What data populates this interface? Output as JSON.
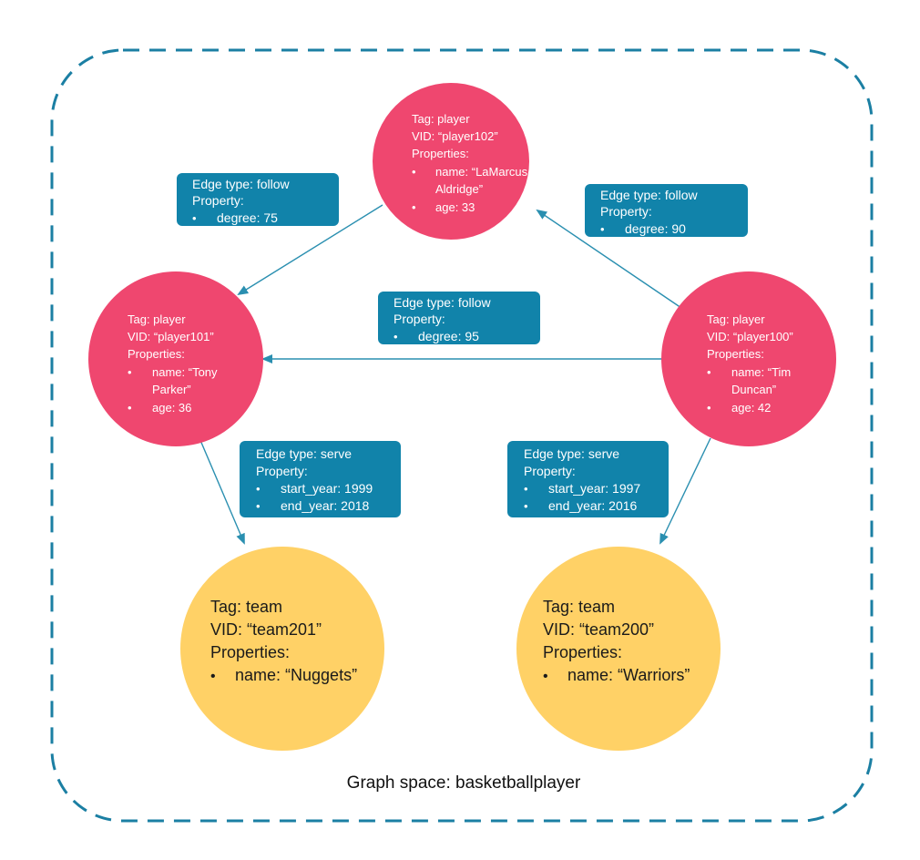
{
  "caption": "Graph space: basketballplayer",
  "colors": {
    "player": "#ef476f",
    "team": "#ffd166",
    "edge_label": "#1183aa",
    "border": "#1b7fa3",
    "edge_line": "#2a8fb0"
  },
  "players": [
    {
      "id": "p102",
      "tag": "Tag: player",
      "vid": "VID: “player102”",
      "props_title": "Properties:",
      "items": [
        {
          "bullet": "•",
          "lines": [
            "name: “LaMarcus",
            "Aldridge”"
          ]
        },
        {
          "bullet": "•",
          "lines": [
            "age: 33"
          ]
        }
      ]
    },
    {
      "id": "p101",
      "tag": "Tag: player",
      "vid": "VID: “player101”",
      "props_title": "Properties:",
      "items": [
        {
          "bullet": "•",
          "lines": [
            "name: “Tony",
            "Parker”"
          ]
        },
        {
          "bullet": "•",
          "lines": [
            "age: 36"
          ]
        }
      ]
    },
    {
      "id": "p100",
      "tag": "Tag: player",
      "vid": "VID: “player100”",
      "props_title": "Properties:",
      "items": [
        {
          "bullet": "•",
          "lines": [
            "name: “Tim",
            "Duncan”"
          ]
        },
        {
          "bullet": "•",
          "lines": [
            "age: 42"
          ]
        }
      ]
    }
  ],
  "teams": [
    {
      "id": "t201",
      "tag": "Tag: team",
      "vid": "VID: “team201”",
      "props_title": "Properties:",
      "items": [
        {
          "bullet": "•",
          "lines": [
            "name: “Nuggets”"
          ]
        }
      ]
    },
    {
      "id": "t200",
      "tag": "Tag: team",
      "vid": "VID: “team200”",
      "props_title": "Properties:",
      "items": [
        {
          "bullet": "•",
          "lines": [
            "name: “Warriors”"
          ]
        }
      ]
    }
  ],
  "edges": [
    {
      "id": "e102-101",
      "type_label": "Edge type: follow",
      "prop_label": "Property:",
      "items": [
        {
          "bullet": "•",
          "text": "degree: 75"
        }
      ]
    },
    {
      "id": "e100-102",
      "type_label": "Edge type: follow",
      "prop_label": "Property:",
      "items": [
        {
          "bullet": "•",
          "text": "degree: 90"
        }
      ]
    },
    {
      "id": "e100-101",
      "type_label": "Edge type: follow",
      "prop_label": "Property:",
      "items": [
        {
          "bullet": "•",
          "text": "degree: 95"
        }
      ]
    },
    {
      "id": "e101-201",
      "type_label": "Edge type: serve",
      "prop_label": "Property:",
      "items": [
        {
          "bullet": "•",
          "text": "start_year: 1999"
        },
        {
          "bullet": "•",
          "text": "end_year: 2018"
        }
      ]
    },
    {
      "id": "e100-200",
      "type_label": "Edge type: serve",
      "prop_label": "Property:",
      "items": [
        {
          "bullet": "•",
          "text": "start_year: 1997"
        },
        {
          "bullet": "•",
          "text": "end_year: 2016"
        }
      ]
    }
  ]
}
